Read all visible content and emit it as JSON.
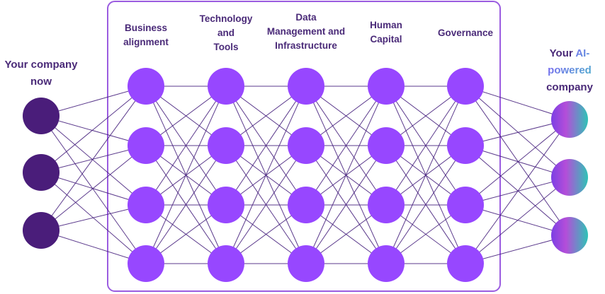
{
  "input": {
    "label_lines": [
      "Your company",
      "now"
    ],
    "node_count": 3,
    "color": "#4a1d7a"
  },
  "layers": [
    {
      "label_lines": [
        "Business",
        "alignment"
      ]
    },
    {
      "label_lines": [
        "Technology",
        "and",
        "Tools"
      ]
    },
    {
      "label_lines": [
        "Data",
        "Management and",
        "Infrastructure"
      ]
    },
    {
      "label_lines": [
        "Human",
        "Capital"
      ]
    },
    {
      "label_lines": [
        "Governance"
      ]
    }
  ],
  "layer_node_count": 4,
  "layer_node_color": "#9747ff",
  "frame_color": "#9b5ce0",
  "edge_color": "#4a2580",
  "output": {
    "label_lines": [
      [
        {
          "text": "Your ",
          "accent": false
        },
        {
          "text": "AI-",
          "accent": true
        }
      ],
      [
        {
          "text": "powered",
          "accent": true
        }
      ],
      [
        {
          "text": "company",
          "accent": false
        }
      ]
    ],
    "node_count": 3,
    "gradient": [
      "#7b3fe4",
      "#b44ed9",
      "#2ec4b6"
    ],
    "accent_gradient": [
      "#8c52ff",
      "#3ec6c0"
    ],
    "text_color": "#4a2a78"
  }
}
